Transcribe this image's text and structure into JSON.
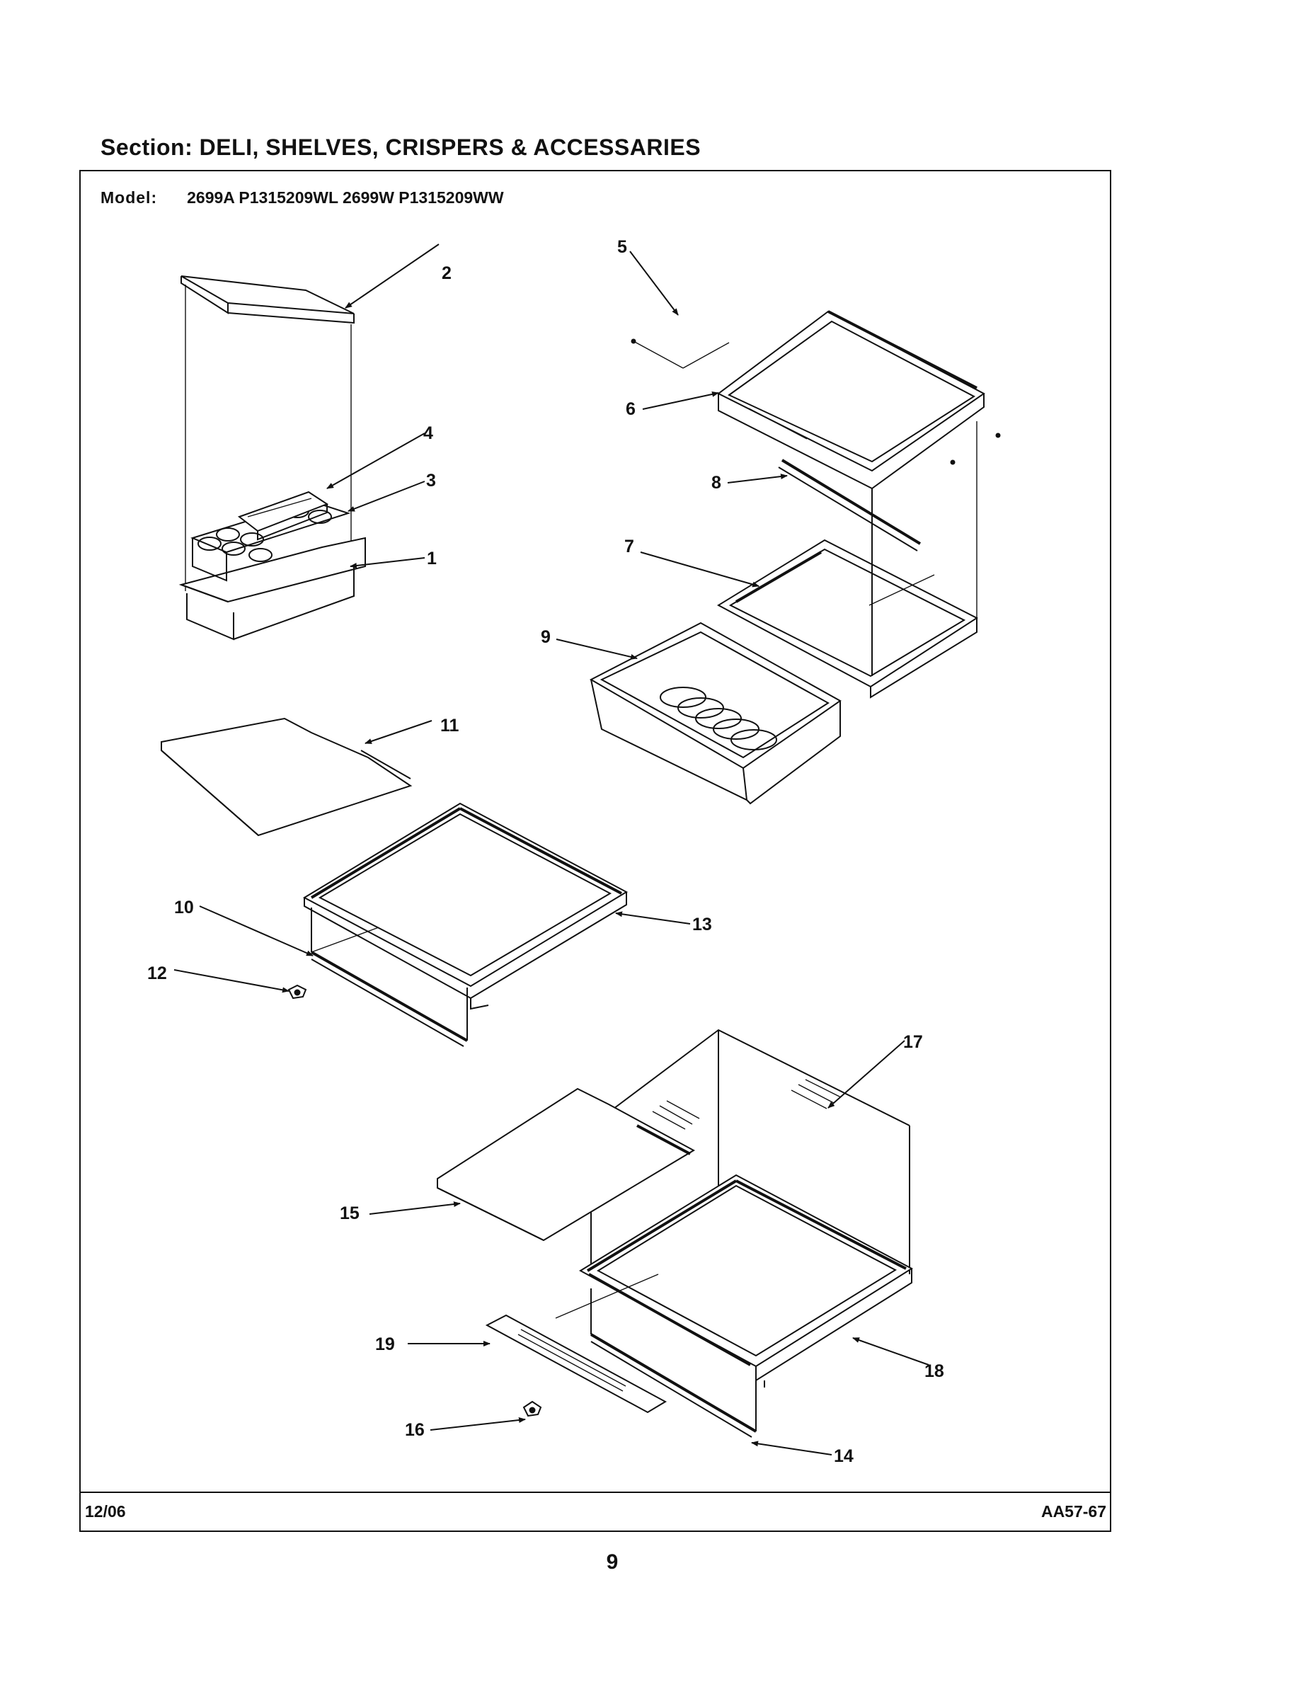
{
  "header": {
    "section_title": "Section:  DELI, SHELVES, CRISPERS & ACCESSARIES",
    "model_label": "Model:",
    "model_numbers": "2699A P1315209WL 2699W P1315209WW"
  },
  "footer": {
    "date": "12/06",
    "diagram_code": "AA57-67",
    "page_number": "9"
  },
  "callouts": {
    "c1": "1",
    "c2": "2",
    "c3": "3",
    "c4": "4",
    "c5": "5",
    "c6": "6",
    "c7": "7",
    "c8": "8",
    "c9": "9",
    "c10": "10",
    "c11": "11",
    "c12": "12",
    "c13": "13",
    "c14": "14",
    "c15": "15",
    "c16": "16",
    "c17": "17",
    "c18": "18",
    "c19": "19"
  }
}
